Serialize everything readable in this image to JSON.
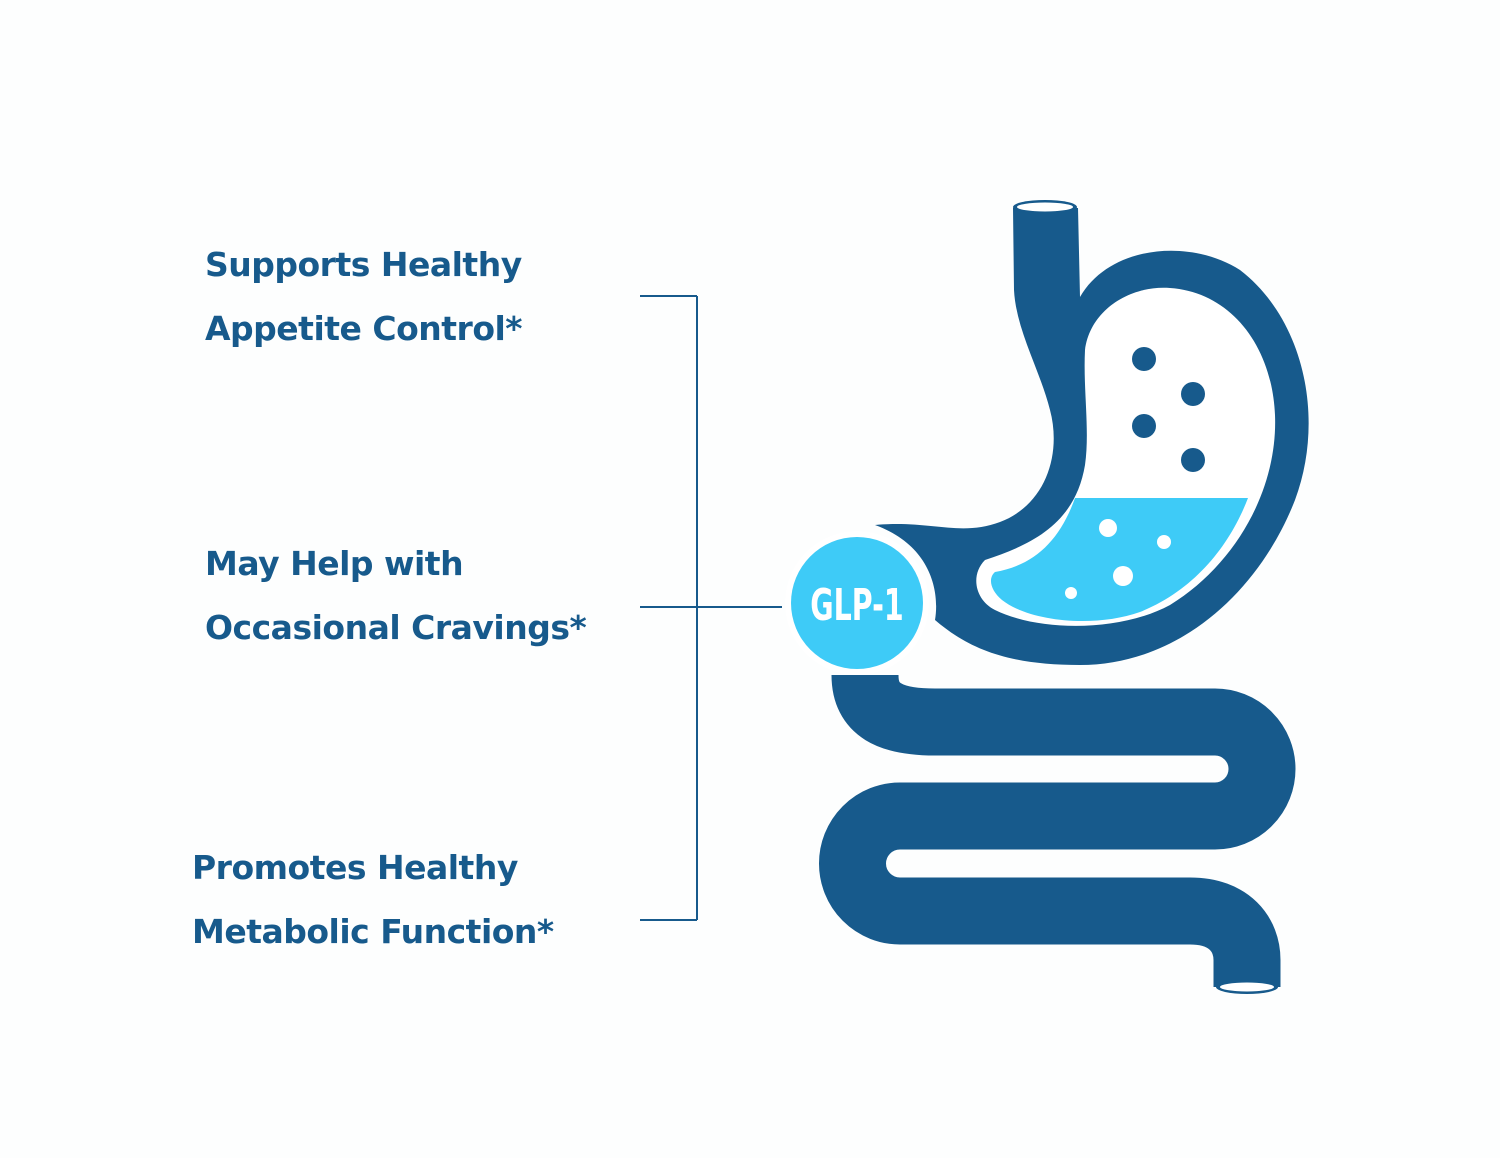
{
  "benefits": [
    {
      "line1": "Supports Healthy",
      "line2": "Appetite Control*"
    },
    {
      "line1": "May Help with",
      "line2": "Occasional Cravings*"
    },
    {
      "line1": "Promotes Healthy",
      "line2": "Metabolic Function*"
    }
  ],
  "badge": {
    "label": "GLP-1"
  },
  "colors": {
    "dark_blue": "#175a8c",
    "light_blue": "#3ecbf7",
    "background": "#fdfefe"
  },
  "icons": [
    "stomach-icon",
    "intestine-icon"
  ]
}
